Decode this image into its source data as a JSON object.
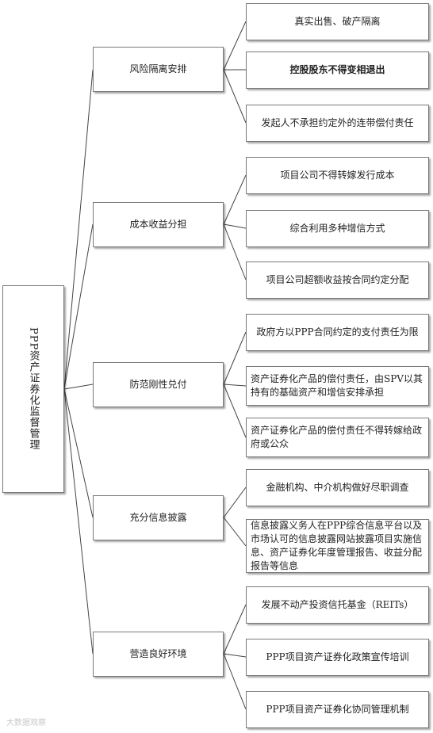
{
  "root": {
    "label": "PPP资产证券化监督管理"
  },
  "categories": [
    {
      "label": "风险隔离安排",
      "items": [
        {
          "label": "真实出售、破产隔离"
        },
        {
          "label": "控股股东不得变相退出",
          "bold": true
        },
        {
          "label": "发起人不承担约定外的连带偿付责任"
        }
      ]
    },
    {
      "label": "成本收益分担",
      "items": [
        {
          "label": "项目公司不得转嫁发行成本"
        },
        {
          "label": "综合利用多种增信方式"
        },
        {
          "label": "项目公司超额收益按合同约定分配"
        }
      ]
    },
    {
      "label": "防范刚性兑付",
      "items": [
        {
          "label": "政府方以PPP合同约定的支付责任为限"
        },
        {
          "label": "资产证券化产品的偿付责任，由SPV以其持有的基础资产和增信安排承担"
        },
        {
          "label": "资产证券化产品的偿付责任不得转嫁给政府或公众"
        }
      ]
    },
    {
      "label": "充分信息披露",
      "items": [
        {
          "label": "金融机构、中介机构做好尽职调查"
        },
        {
          "label": "信息披露义务人在PPP综合信息平台以及市场认可的信息披露网站披露项目实施信息、资产证券化年度管理报告、收益分配报告等信息"
        }
      ]
    },
    {
      "label": "营造良好环境",
      "items": [
        {
          "label": "发展不动产投资信托基金（REITs）"
        },
        {
          "label": "PPP项目资产证券化政策宣传培训"
        },
        {
          "label": "PPP项目资产证券化协同管理机制"
        }
      ]
    }
  ],
  "watermark": "大数据观察"
}
